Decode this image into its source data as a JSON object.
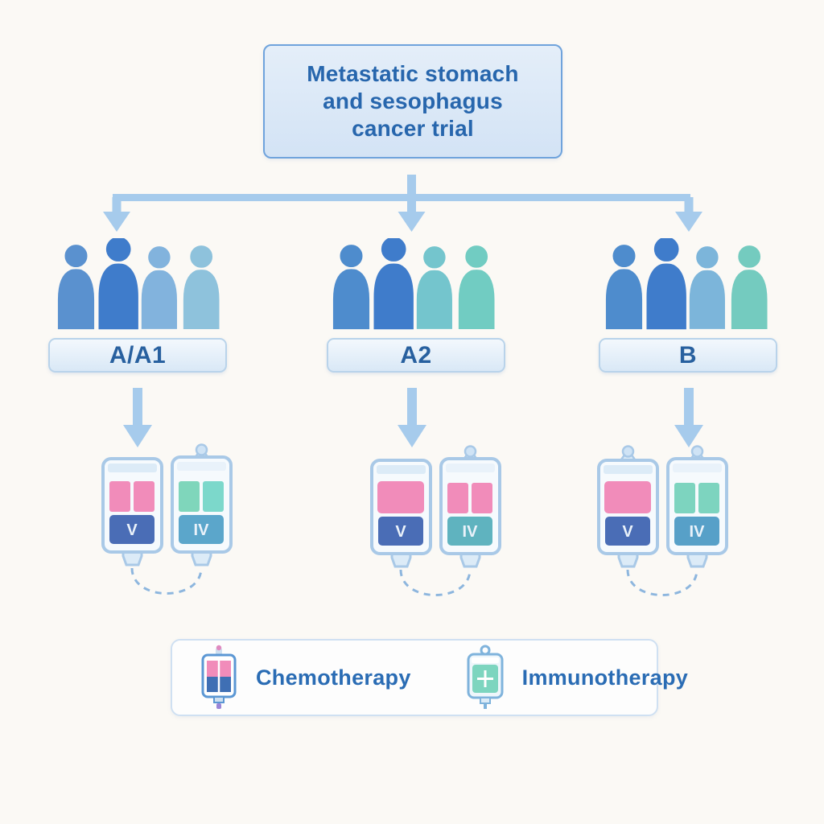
{
  "title": {
    "lines": [
      "Metastatic stomach",
      "and sesophagus",
      "cancer trial"
    ]
  },
  "colors": {
    "background": "#fbf9f5",
    "connector_arrow": "#a6cbec",
    "title_text": "#2766ad",
    "arm_label_text": "#28609f",
    "bag_outline": "#a9c9e7",
    "tube": "#8db6de",
    "chemo_pink": "#f18cba",
    "chemo_blue": "#4a6db6",
    "immuno_green": "#7dd5bf",
    "immuno_blue": "#58a5c9",
    "legend_text": "#2a6cb4"
  },
  "arms": [
    {
      "label": "A/A1",
      "people": [
        "#5a91cf",
        "#3f7ccb",
        "#82b3dd",
        "#8ec2dc"
      ],
      "bags": [
        {
          "topA": "#f18cba",
          "topB": "#f18cba",
          "bottom": "#4a6db6",
          "bottom_label": "V"
        },
        {
          "topA": "#7fd6bb",
          "topB": "#7cd8cb",
          "bottom": "#5ba6cb",
          "bottom_label": "IV"
        }
      ]
    },
    {
      "label": "A2",
      "people": [
        "#4e8ccd",
        "#3f7ccb",
        "#74c5cd",
        "#71ccc2"
      ],
      "bags": [
        {
          "top": "#f18cba",
          "bottom": "#4a6db6",
          "bottom_label": "V"
        },
        {
          "topA": "#f18cba",
          "topB": "#f18cba",
          "bottom": "#5fb3bf",
          "bottom_label": "IV"
        }
      ]
    },
    {
      "label": "B",
      "people": [
        "#4e8ccd",
        "#3f7ccb",
        "#7cb5da",
        "#74cbbf"
      ],
      "bags": [
        {
          "top": "#f18cba",
          "bottom": "#4a6db6",
          "bottom_label": "V"
        },
        {
          "topA": "#7dd4bf",
          "topB": "#7dd4bf",
          "bottom": "#57a0c8",
          "bottom_label": "IV"
        }
      ]
    }
  ],
  "legend": {
    "items": [
      {
        "label": "Chemotherapy",
        "icon": "chemo-iv-bag-icon"
      },
      {
        "label": "Immunotherapy",
        "icon": "immuno-iv-bag-icon"
      }
    ]
  }
}
